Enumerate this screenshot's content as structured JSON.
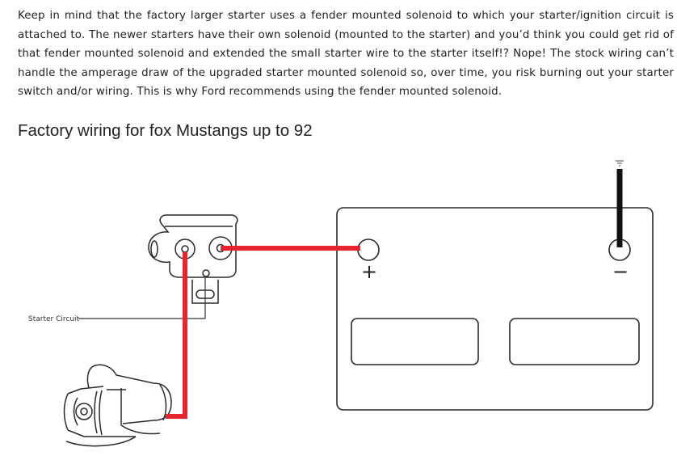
{
  "article": {
    "paragraph": "Keep in mind that the factory larger starter uses a fender mounted solenoid to which your starter/ignition circuit is attached to. The newer starters have their own solenoid (mounted to the starter) and you’d think you could get rid of that fender mounted solenoid and extended the small starter wire to the starter itself!? Nope! The stock wiring can’t handle the amperage draw of the upgraded starter mounted solenoid so, over time, you risk burning out your starter switch and/or wiring. This is why Ford recommends using the fender mounted solenoid.",
    "heading": "Factory wiring for fox Mustangs up to 92"
  },
  "diagram": {
    "starter_circuit_label": "Starter Circuit",
    "positive_symbol": "+",
    "negative_symbol": "−",
    "colors": {
      "positive_wire": "#e8242e",
      "ground_wire": "#111111",
      "outline": "#2a2a2a"
    },
    "icons": [
      "ground-symbol-icon",
      "solenoid-icon",
      "starter-motor-icon",
      "battery-icon"
    ]
  }
}
